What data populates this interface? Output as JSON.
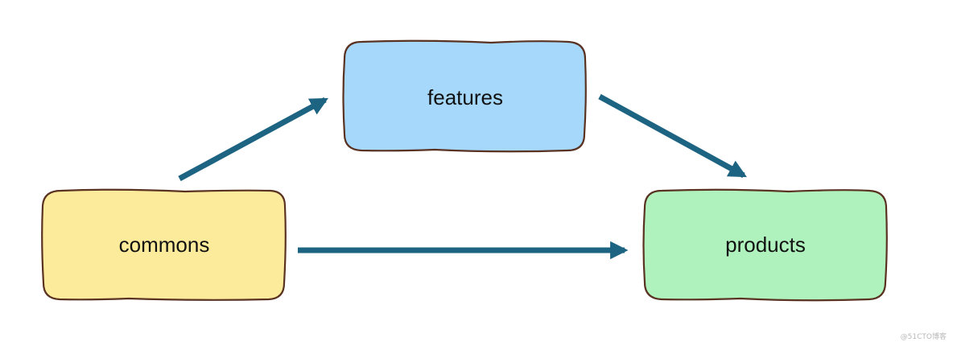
{
  "diagram": {
    "nodes": [
      {
        "id": "commons",
        "label": "commons",
        "fill": "#fdeb9c"
      },
      {
        "id": "features",
        "label": "features",
        "fill": "#a6d8fb"
      },
      {
        "id": "products",
        "label": "products",
        "fill": "#b0f2bd"
      }
    ],
    "edges": [
      {
        "from": "commons",
        "to": "features"
      },
      {
        "from": "features",
        "to": "products"
      },
      {
        "from": "commons",
        "to": "products"
      }
    ],
    "border_color": "#5a3222",
    "arrow_color": "#1d6382"
  },
  "watermark": "@51CTO博客"
}
